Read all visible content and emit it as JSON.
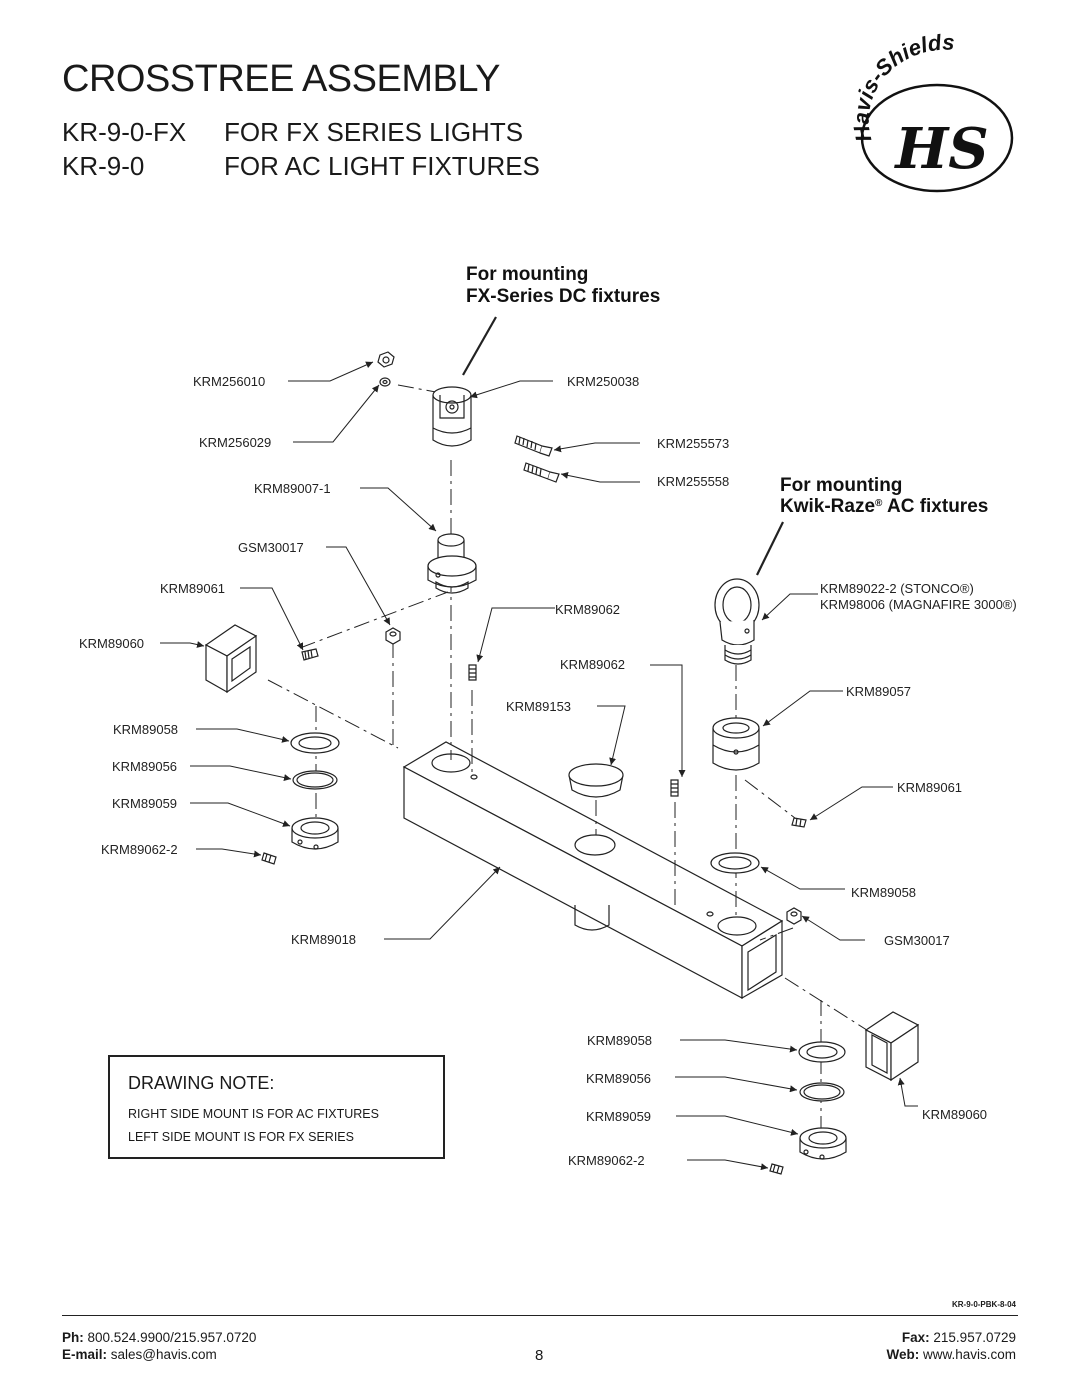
{
  "header": {
    "title": "CROSSTREE ASSEMBLY",
    "lines": [
      {
        "model": "KR-9-0-FX",
        "desc": "FOR FX SERIES LIGHTS"
      },
      {
        "model": "KR-9-0",
        "desc": "FOR AC LIGHT FIXTURES"
      }
    ],
    "logo": {
      "arc_text": "Havis-Shields",
      "monogram": "HS"
    }
  },
  "callouts": {
    "fx_mount": {
      "line1": "For mounting",
      "line2": "FX-Series DC fixtures"
    },
    "ac_mount": {
      "line1": "For mounting",
      "line2_a": "Kwik-Raze",
      "line2_reg": "®",
      "line2_b": " AC fixtures"
    }
  },
  "parts": [
    "KRM256010",
    "KRM256029",
    "KRM89007-1",
    "GSM30017",
    "KRM89061",
    "KRM89060",
    "KRM89058",
    "KRM89056",
    "KRM89059",
    "KRM89062-2",
    "KRM89018",
    "KRM250038",
    "KRM255573",
    "KRM255558",
    "KRM89062",
    "KRM89062",
    "KRM89153",
    "KRM89022-2 (STONCO®)",
    "KRM98006 (MAGNAFIRE 3000®)",
    "KRM89057",
    "KRM89061",
    "KRM89058",
    "GSM30017",
    "KRM89058",
    "KRM89056",
    "KRM89059",
    "KRM89062-2",
    "KRM89060"
  ],
  "drawing_note": {
    "title": "DRAWING NOTE:",
    "line1": "RIGHT SIDE MOUNT IS FOR AC FIXTURES",
    "line2": "LEFT SIDE MOUNT IS FOR FX SERIES"
  },
  "footer": {
    "doc_code": "KR-9-0-PBK-8-04",
    "phone_label": "Ph:",
    "phone": "800.524.9900/215.957.0720",
    "email_label": "E-mail:",
    "email": "sales@havis.com",
    "page": "8",
    "fax_label": "Fax:",
    "fax": "215.957.0729",
    "web_label": "Web:",
    "web": "www.havis.com"
  }
}
